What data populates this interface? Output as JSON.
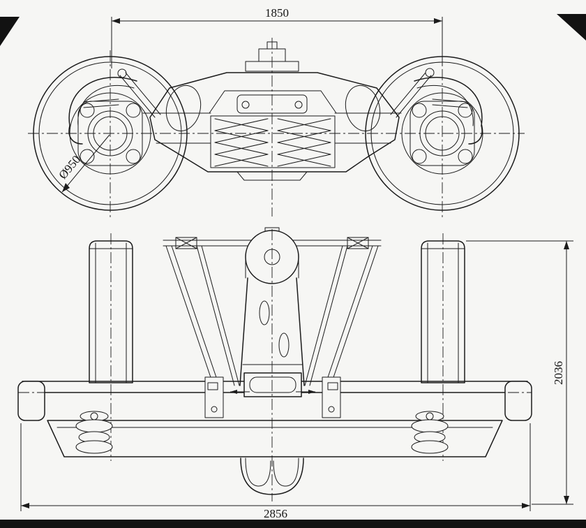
{
  "colors": {
    "paper": "#f6f6f4",
    "ink": "#1b1b1b"
  },
  "dimensions": {
    "wheelbase": "1850",
    "wheel_diameter": "Ø950",
    "height": "2036",
    "overall_width": "2856"
  }
}
